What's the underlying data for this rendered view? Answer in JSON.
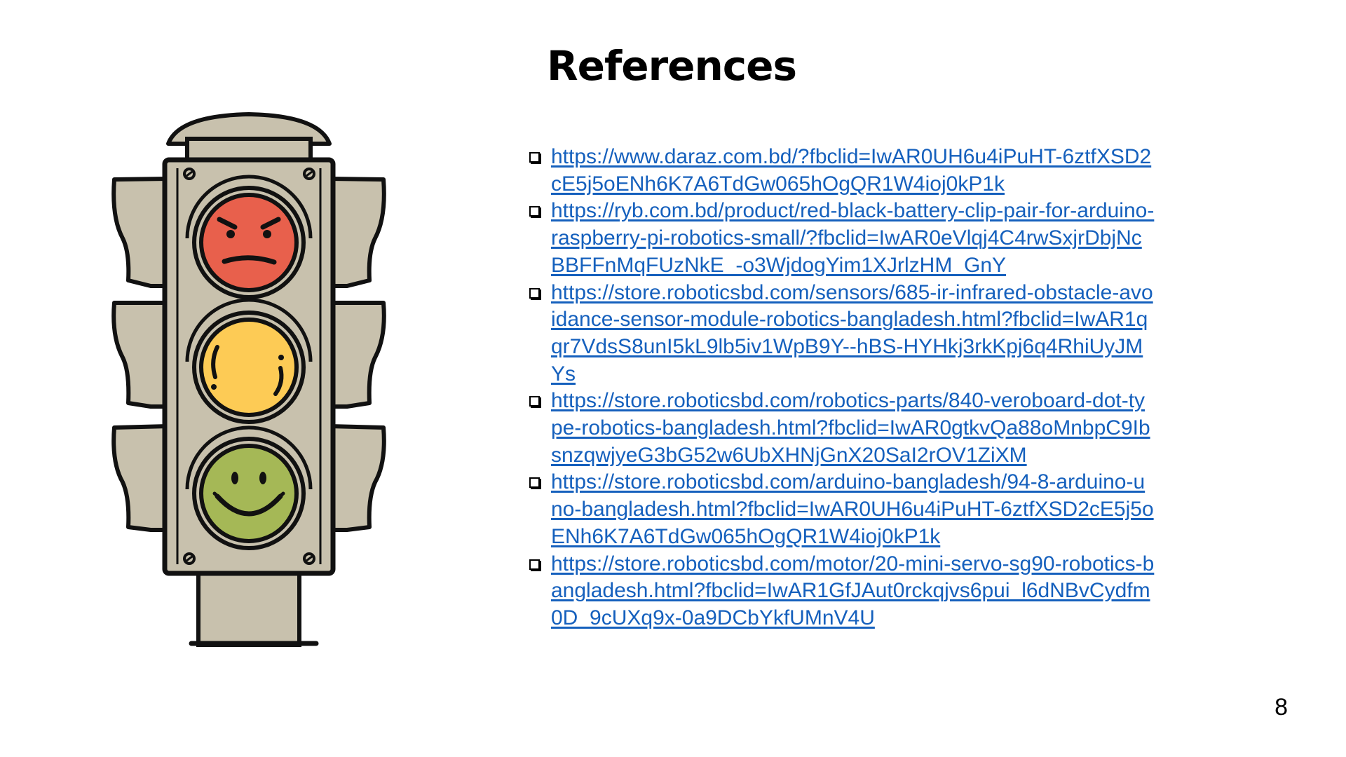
{
  "slide": {
    "title": "References",
    "page_number": "8"
  },
  "illustration": {
    "description_icon": "traffic-light-icon",
    "lights": [
      {
        "name": "red-light-angry-face-icon",
        "color": "#e8604c"
      },
      {
        "name": "yellow-light-worried-face-icon",
        "color": "#fdcb55"
      },
      {
        "name": "green-light-smiling-face-icon",
        "color": "#a5b856"
      }
    ],
    "body_color": "#c8c1ad",
    "outline_color": "#111111"
  },
  "references": [
    "https://www.daraz.com.bd/?fbclid=IwAR0UH6u4iPuHT-6ztfXSD2cE5j5oENh6K7A6TdGw065hOgQR1W4ioj0kP1k",
    "https://ryb.com.bd/product/red-black-battery-clip-pair-for-arduino-raspberry-pi-robotics-small/?fbclid=IwAR0eVlqj4C4rwSxjrDbjNcBBFFnMqFUzNkE_-o3WjdogYim1XJrlzHM_GnY",
    "https://store.roboticsbd.com/sensors/685-ir-infrared-obstacle-avoidance-sensor-module-robotics-bangladesh.html?fbclid=IwAR1qqr7VdsS8unI5kL9lb5iv1WpB9Y--hBS-HYHkj3rkKpj6q4RhiUyJMYs",
    "https://store.roboticsbd.com/robotics-parts/840-veroboard-dot-type-robotics-bangladesh.html?fbclid=IwAR0gtkvQa88oMnbpC9IbsnzqwjyeG3bG52w6UbXHNjGnX20SaI2rOV1ZiXM",
    "https://store.roboticsbd.com/arduino-bangladesh/94-8-arduino-uno-bangladesh.html?fbclid=IwAR0UH6u4iPuHT-6ztfXSD2cE5j5oENh6K7A6TdGw065hOgQR1W4ioj0kP1k",
    "https://store.roboticsbd.com/motor/20-mini-servo-sg90-robotics-bangladesh.html?fbclid=IwAR1GfJAut0rckqjvs6pui_l6dNBvCydfm0D_9cUXq9x-0a9DCbYkfUMnV4U"
  ],
  "colors": {
    "link": "#1560bd",
    "text": "#000000",
    "background": "#ffffff"
  }
}
